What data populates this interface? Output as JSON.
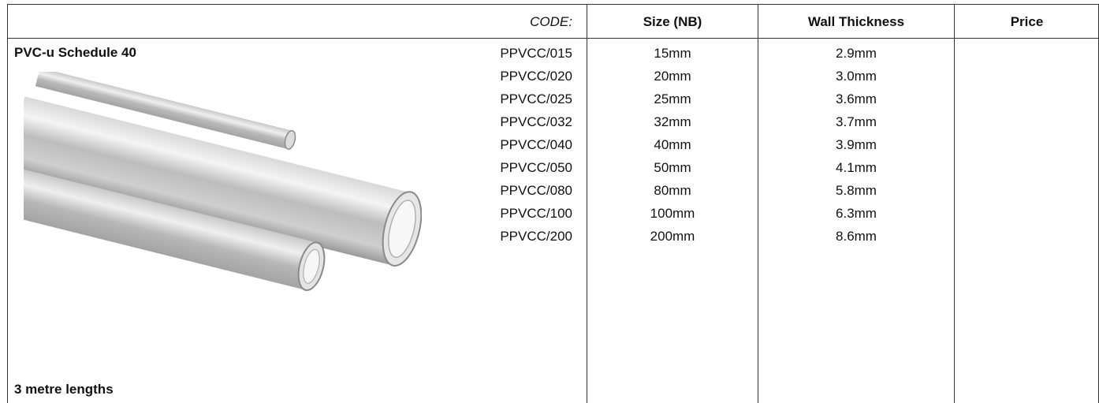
{
  "header": {
    "code_label": "CODE:",
    "size_label": "Size (NB)",
    "wall_label": "Wall Thickness",
    "price_label": "Price"
  },
  "product": {
    "title": "PVC-u Schedule 40",
    "footer": "3 metre lengths",
    "image_icon": "pipe-image"
  },
  "rows": [
    {
      "code": "PPVCC/015",
      "size": "15mm",
      "wall": "2.9mm",
      "price": ""
    },
    {
      "code": "PPVCC/020",
      "size": "20mm",
      "wall": "3.0mm",
      "price": ""
    },
    {
      "code": "PPVCC/025",
      "size": "25mm",
      "wall": "3.6mm",
      "price": ""
    },
    {
      "code": "PPVCC/032",
      "size": "32mm",
      "wall": "3.7mm",
      "price": ""
    },
    {
      "code": "PPVCC/040",
      "size": "40mm",
      "wall": "3.9mm",
      "price": ""
    },
    {
      "code": "PPVCC/050",
      "size": "50mm",
      "wall": "4.1mm",
      "price": ""
    },
    {
      "code": "PPVCC/080",
      "size": "80mm",
      "wall": "5.8mm",
      "price": ""
    },
    {
      "code": "PPVCC/100",
      "size": "100mm",
      "wall": "6.3mm",
      "price": ""
    },
    {
      "code": "PPVCC/200",
      "size": "200mm",
      "wall": "8.6mm",
      "price": ""
    }
  ]
}
